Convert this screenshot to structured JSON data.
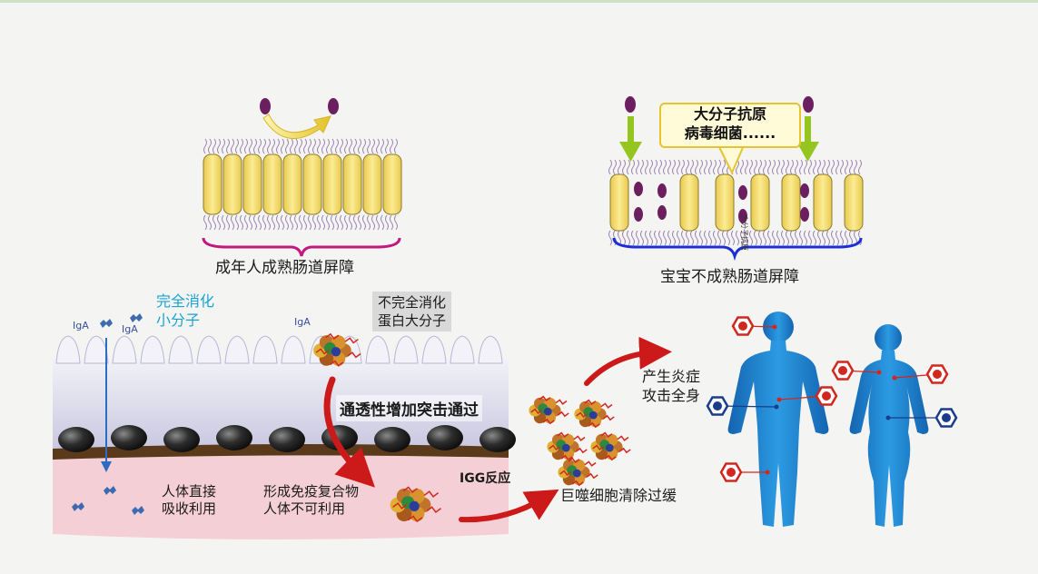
{
  "captions": {
    "adult_barrier": "成年人成熟肠道屏障",
    "baby_barrier": "宝宝不成熟肠道屏障"
  },
  "bubble": {
    "line1": "大分子抗原",
    "line2": "病毒细菌......"
  },
  "cell_label": "大分子抗原",
  "intestine": {
    "complete_digest_line1": "完全消化",
    "complete_digest_line2": "小分子",
    "incomplete_digest_line1": "不完全消化",
    "incomplete_digest_line2": "蛋白大分子",
    "iga_1": "IgA",
    "iga_2": "IgA",
    "iga_3": "IgA",
    "permeability": "通透性增加突击通过",
    "absorb_line1": "人体直接",
    "absorb_line2": "吸收利用",
    "complex_line1": "形成免疫复合物",
    "complex_line2": "人体不可利用",
    "igg": "IGG反应"
  },
  "effects": {
    "inflammation_line1": "产生炎症",
    "inflammation_line2": "攻击全身",
    "macrophage": "巨噬细胞清除过缓"
  },
  "colors": {
    "cell_fill": "#f4dc6a",
    "cell_stroke": "#8d7c2c",
    "adult_brace": "#c2187f",
    "baby_brace": "#1c2fd6",
    "body": "#1e82d2",
    "green_arrow": "#95c51f",
    "red_arrow": "#cc1a1a",
    "intestine_villi": "#dcdbed",
    "intestine_base": "#f5cfd6"
  }
}
